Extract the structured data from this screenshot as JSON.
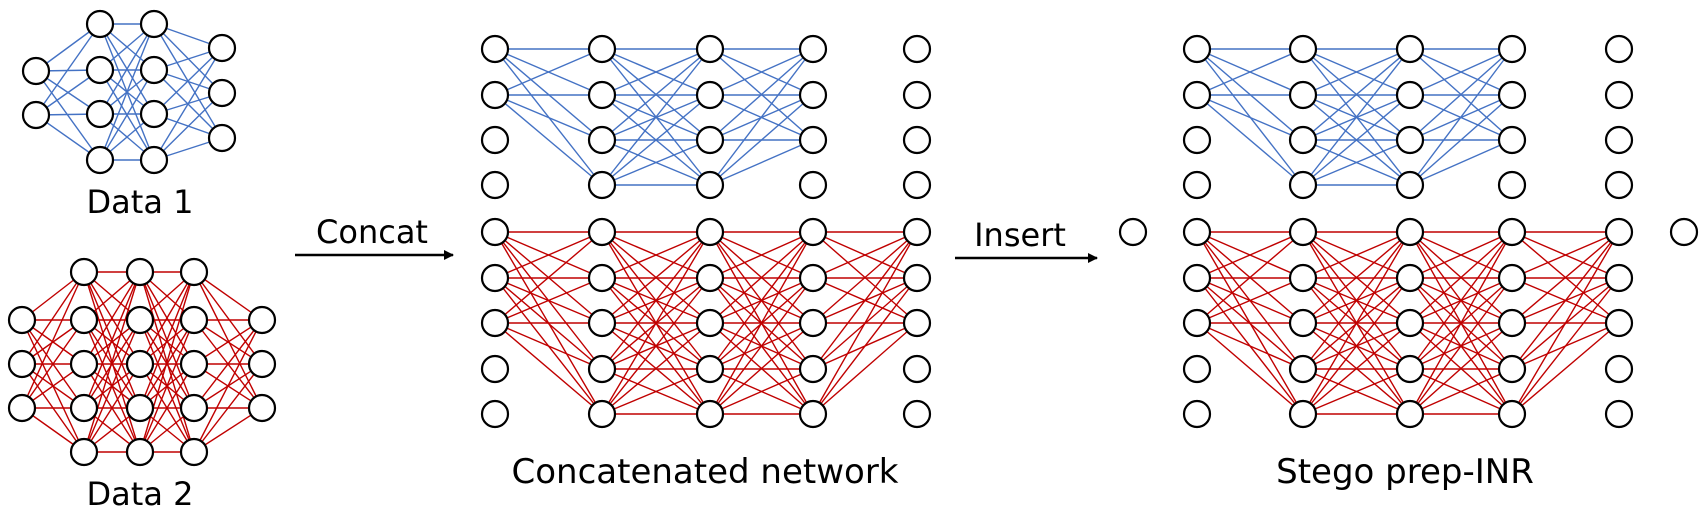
{
  "labels": {
    "data1": "Data 1",
    "data2": "Data 2",
    "concat_arrow": "Concat",
    "insert_arrow": "Insert",
    "concatenated": "Concatenated network",
    "stego": "Stego prep-INR"
  },
  "colors": {
    "data1_edges": "#4472C4",
    "data2_edges": "#C00000",
    "node_stroke": "#000000",
    "node_fill": "#FFFFFF",
    "arrow": "#000000"
  },
  "networks": {
    "data1": {
      "layer_sizes": [
        2,
        4,
        4,
        3
      ],
      "edge_color_key": "data1_edges"
    },
    "data2": {
      "layer_sizes": [
        3,
        5,
        5,
        5,
        3
      ],
      "edge_color_key": "data2_edges"
    },
    "concatenated": {
      "layers": 5,
      "nodes_per_layer": 9,
      "blue_block": {
        "active_rows_per_layer": [
          [
            0,
            1
          ],
          [
            0,
            1,
            2,
            3
          ],
          [
            0,
            1,
            2,
            3
          ],
          [
            0,
            1,
            2
          ],
          []
        ]
      },
      "red_block": {
        "active_rows_per_layer": [
          [
            4,
            5,
            6
          ],
          [
            4,
            5,
            6,
            7,
            8
          ],
          [
            4,
            5,
            6,
            7,
            8
          ],
          [
            4,
            5,
            6,
            7,
            8
          ],
          [
            4,
            5,
            6
          ]
        ]
      }
    },
    "stego": {
      "layers": 5,
      "nodes_per_layer": 9,
      "extra_input_node": true,
      "extra_output_node": true
    }
  }
}
